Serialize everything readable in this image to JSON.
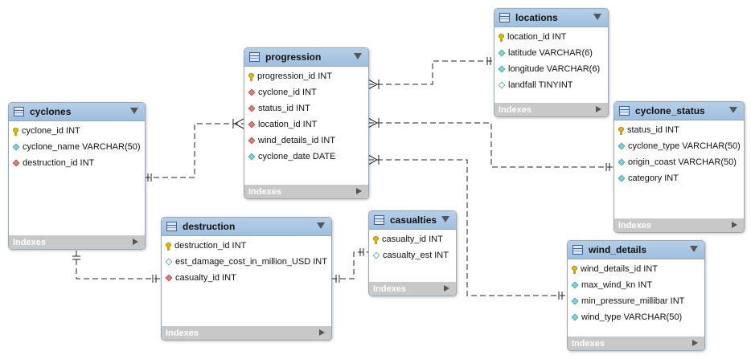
{
  "tables": {
    "cyclones": {
      "name": "cyclones",
      "columns": [
        {
          "text": "cyclone_id INT",
          "icon": "primary-key-icon"
        },
        {
          "text": "cyclone_name VARCHAR(50)",
          "icon": "not-null-column-icon"
        },
        {
          "text": "destruction_id INT",
          "icon": "foreign-key-icon"
        }
      ],
      "indexes_label": "Indexes"
    },
    "progression": {
      "name": "progression",
      "columns": [
        {
          "text": "progression_id INT",
          "icon": "primary-key-icon"
        },
        {
          "text": "cyclone_id INT",
          "icon": "foreign-key-icon"
        },
        {
          "text": "status_id INT",
          "icon": "foreign-key-icon"
        },
        {
          "text": "location_id INT",
          "icon": "foreign-key-icon"
        },
        {
          "text": "wind_details_id INT",
          "icon": "foreign-key-icon"
        },
        {
          "text": "cyclone_date DATE",
          "icon": "not-null-column-icon"
        }
      ],
      "indexes_label": "Indexes"
    },
    "locations": {
      "name": "locations",
      "columns": [
        {
          "text": "location_id INT",
          "icon": "primary-key-icon"
        },
        {
          "text": "latitude VARCHAR(6)",
          "icon": "not-null-column-icon"
        },
        {
          "text": "longitude VARCHAR(6)",
          "icon": "not-null-column-icon"
        },
        {
          "text": "landfall TINYINT",
          "icon": "nullable-column-icon"
        }
      ],
      "indexes_label": "Indexes"
    },
    "cyclone_status": {
      "name": "cyclone_status",
      "columns": [
        {
          "text": "status_id INT",
          "icon": "primary-key-icon"
        },
        {
          "text": "cyclone_type VARCHAR(50)",
          "icon": "not-null-column-icon"
        },
        {
          "text": "origin_coast VARCHAR(50)",
          "icon": "not-null-column-icon"
        },
        {
          "text": "category INT",
          "icon": "not-null-column-icon"
        }
      ],
      "indexes_label": "Indexes"
    },
    "destruction": {
      "name": "destruction",
      "columns": [
        {
          "text": "destruction_id INT",
          "icon": "primary-key-icon"
        },
        {
          "text": "est_damage_cost_in_million_USD INT",
          "icon": "nullable-column-icon"
        },
        {
          "text": "casualty_id INT",
          "icon": "foreign-key-icon"
        }
      ],
      "indexes_label": "Indexes"
    },
    "casualties": {
      "name": "casualties",
      "columns": [
        {
          "text": "casualty_id INT",
          "icon": "primary-key-icon"
        },
        {
          "text": "casualty_est INT",
          "icon": "nullable-column-icon"
        }
      ],
      "indexes_label": "Indexes"
    },
    "wind_details": {
      "name": "wind_details",
      "columns": [
        {
          "text": "wind_details_id INT",
          "icon": "primary-key-icon"
        },
        {
          "text": "max_wind_kn INT",
          "icon": "not-null-column-icon"
        },
        {
          "text": "min_pressure_millibar INT",
          "icon": "not-null-column-icon"
        },
        {
          "text": "wind_type VARCHAR(50)",
          "icon": "not-null-column-icon"
        }
      ],
      "indexes_label": "Indexes"
    }
  },
  "relationships": [
    {
      "from": "progression",
      "to": "cyclones",
      "cardinality": "many-to-one"
    },
    {
      "from": "progression",
      "to": "locations",
      "cardinality": "many-to-one"
    },
    {
      "from": "progression",
      "to": "cyclone_status",
      "cardinality": "many-to-one"
    },
    {
      "from": "progression",
      "to": "wind_details",
      "cardinality": "many-to-one"
    },
    {
      "from": "cyclones",
      "to": "destruction",
      "cardinality": "one-to-one"
    },
    {
      "from": "destruction",
      "to": "casualties",
      "cardinality": "one-to-one"
    }
  ]
}
